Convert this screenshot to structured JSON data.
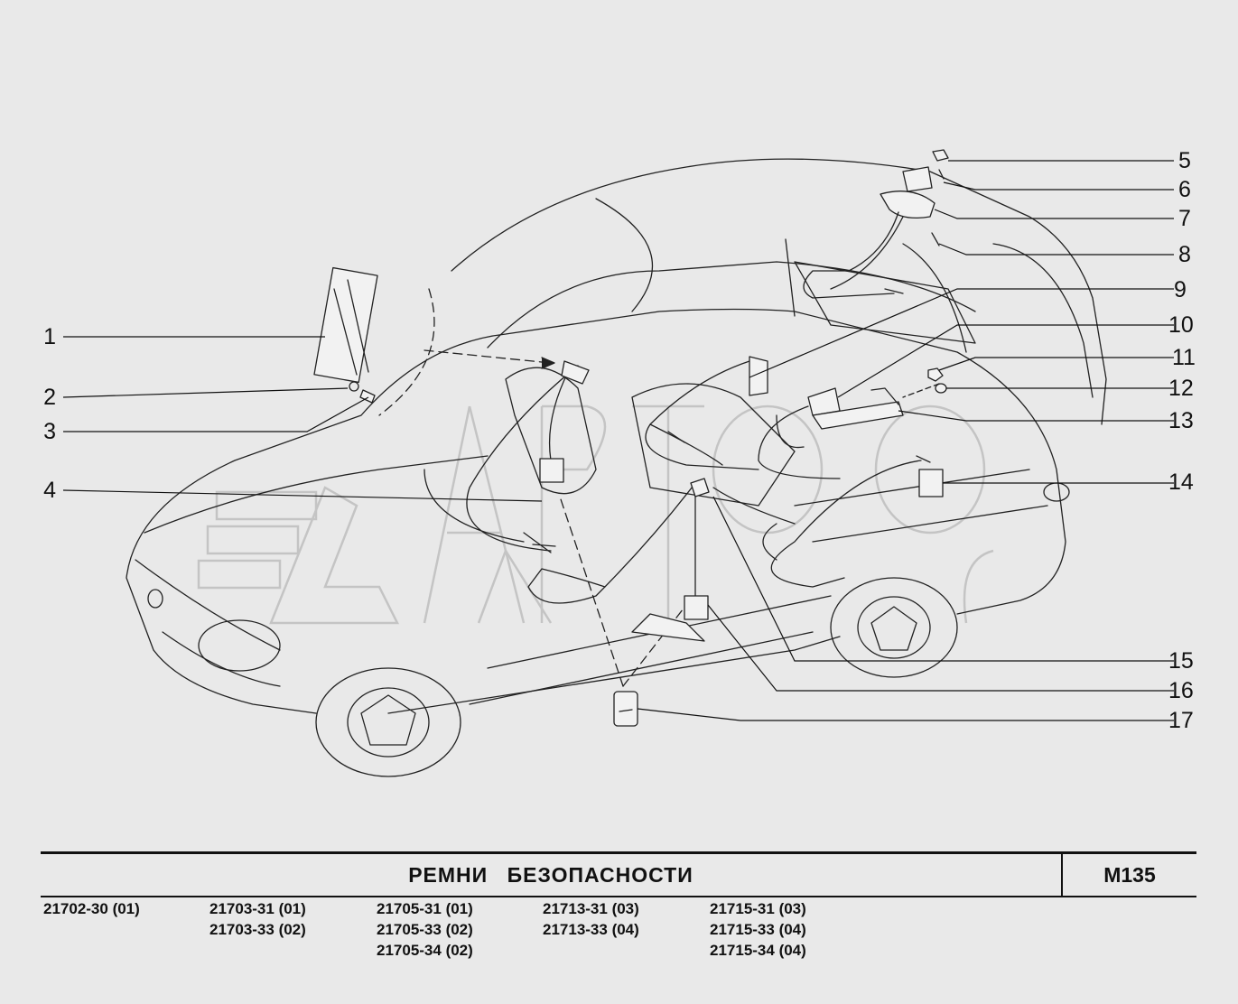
{
  "header": {
    "title": "РЕМНИ   БЕЗОПАСНОСТИ",
    "code": "М135"
  },
  "callouts": {
    "left": [
      "1",
      "2",
      "3",
      "4"
    ],
    "right": [
      "5",
      "6",
      "7",
      "8",
      "9",
      "10",
      "11",
      "12",
      "13",
      "14",
      "15",
      "16",
      "17"
    ]
  },
  "models": [
    [
      "21702-30 (01)"
    ],
    [
      "21703-31 (01)",
      "21703-33 (02)"
    ],
    [
      "21705-31 (01)",
      "21705-33 (02)",
      "21705-34 (02)"
    ],
    [
      "21713-31 (03)",
      "21713-33 (04)"
    ],
    [
      "21715-31 (03)",
      "21715-33 (04)",
      "21715-34 (04)"
    ]
  ],
  "colors": {
    "background": "#e9e9e9",
    "line": "#111111",
    "watermark": "#c9c9c9"
  }
}
